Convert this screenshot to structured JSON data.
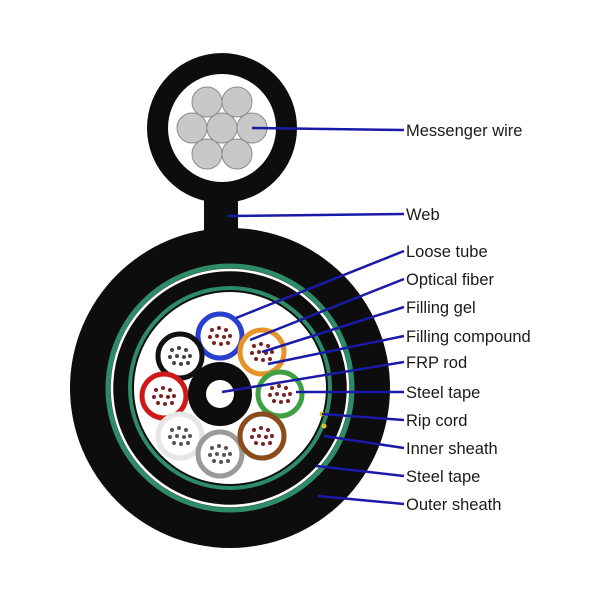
{
  "labels": {
    "messenger_wire": "Messenger wire",
    "web": "Web",
    "loose_tube": "Loose tube",
    "optical_fiber": "Optical fiber",
    "filling_gel": "Filling gel",
    "filling_compound": "Filling compound",
    "frp_rod": "FRP rod",
    "steel_tape_inner": "Steel tape",
    "rip_cord": "Rip cord",
    "inner_sheath": "Inner sheath",
    "steel_tape_outer": "Steel tape",
    "outer_sheath": "Outer sheath"
  },
  "colors": {
    "sheath": "#0d0d0d",
    "steel_tape": "#2e8b67",
    "leader_line": "#1a1aa8",
    "wire_strand": "#c8c8c8",
    "tube_blue": "#2b3fcf",
    "tube_orange": "#e8922a",
    "tube_green": "#3fa043",
    "tube_brown": "#8a4b1d",
    "tube_grey": "#9a9a9a",
    "tube_white": "#e6e6e6",
    "tube_red": "#d01818",
    "tube_black": "#111111",
    "rip_cord": "#e0c21a"
  }
}
